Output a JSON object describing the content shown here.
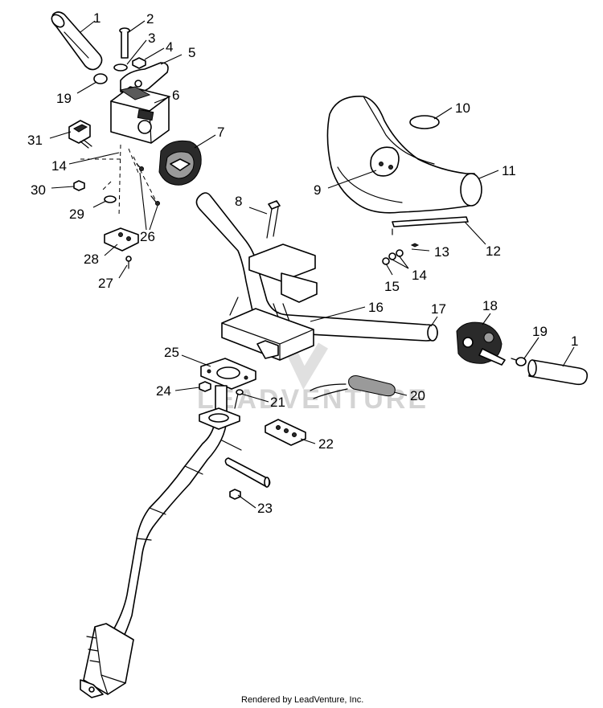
{
  "watermark": "LEADVENTURE",
  "footer": "Rendered by LeadVenture, Inc.",
  "callouts": [
    {
      "id": "1a",
      "label": "1"
    },
    {
      "id": "2",
      "label": "2"
    },
    {
      "id": "3",
      "label": "3"
    },
    {
      "id": "4",
      "label": "4"
    },
    {
      "id": "5",
      "label": "5"
    },
    {
      "id": "6",
      "label": "6"
    },
    {
      "id": "7",
      "label": "7"
    },
    {
      "id": "8",
      "label": "8"
    },
    {
      "id": "9",
      "label": "9"
    },
    {
      "id": "10",
      "label": "10"
    },
    {
      "id": "11",
      "label": "11"
    },
    {
      "id": "12",
      "label": "12"
    },
    {
      "id": "13",
      "label": "13"
    },
    {
      "id": "14a",
      "label": "14"
    },
    {
      "id": "14b",
      "label": "14"
    },
    {
      "id": "15",
      "label": "15"
    },
    {
      "id": "16",
      "label": "16"
    },
    {
      "id": "17",
      "label": "17"
    },
    {
      "id": "18",
      "label": "18"
    },
    {
      "id": "19a",
      "label": "19"
    },
    {
      "id": "19b",
      "label": "19"
    },
    {
      "id": "1b",
      "label": "1"
    },
    {
      "id": "20",
      "label": "20"
    },
    {
      "id": "21",
      "label": "21"
    },
    {
      "id": "22",
      "label": "22"
    },
    {
      "id": "23",
      "label": "23"
    },
    {
      "id": "24",
      "label": "24"
    },
    {
      "id": "25",
      "label": "25"
    },
    {
      "id": "26",
      "label": "26"
    },
    {
      "id": "27",
      "label": "27"
    },
    {
      "id": "28",
      "label": "28"
    },
    {
      "id": "29",
      "label": "29"
    },
    {
      "id": "30",
      "label": "30"
    },
    {
      "id": "31",
      "label": "31"
    }
  ]
}
